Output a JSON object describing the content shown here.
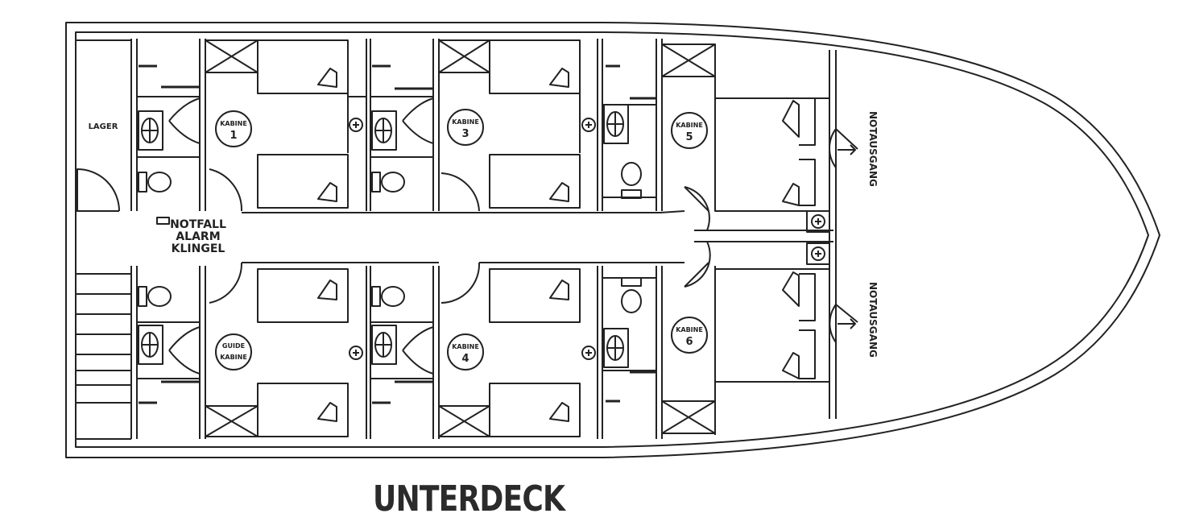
{
  "diagram": {
    "title": "UNTERDECK",
    "labels": {
      "storage": "LAGER",
      "alarm": [
        "NOTFALL",
        "ALARM",
        "KLINGEL"
      ],
      "exit_top": "NOTAUSGANG",
      "exit_bottom": "NOTAUSGANG"
    },
    "cabins": [
      {
        "word": "KABINE",
        "num": "1"
      },
      {
        "word": "KABINE",
        "num": "3"
      },
      {
        "word": "KABINE",
        "num": "5"
      },
      {
        "word": "GUIDE",
        "num": "KABINE"
      },
      {
        "word": "KABINE",
        "num": "4"
      },
      {
        "word": "KABINE",
        "num": "6"
      }
    ]
  }
}
